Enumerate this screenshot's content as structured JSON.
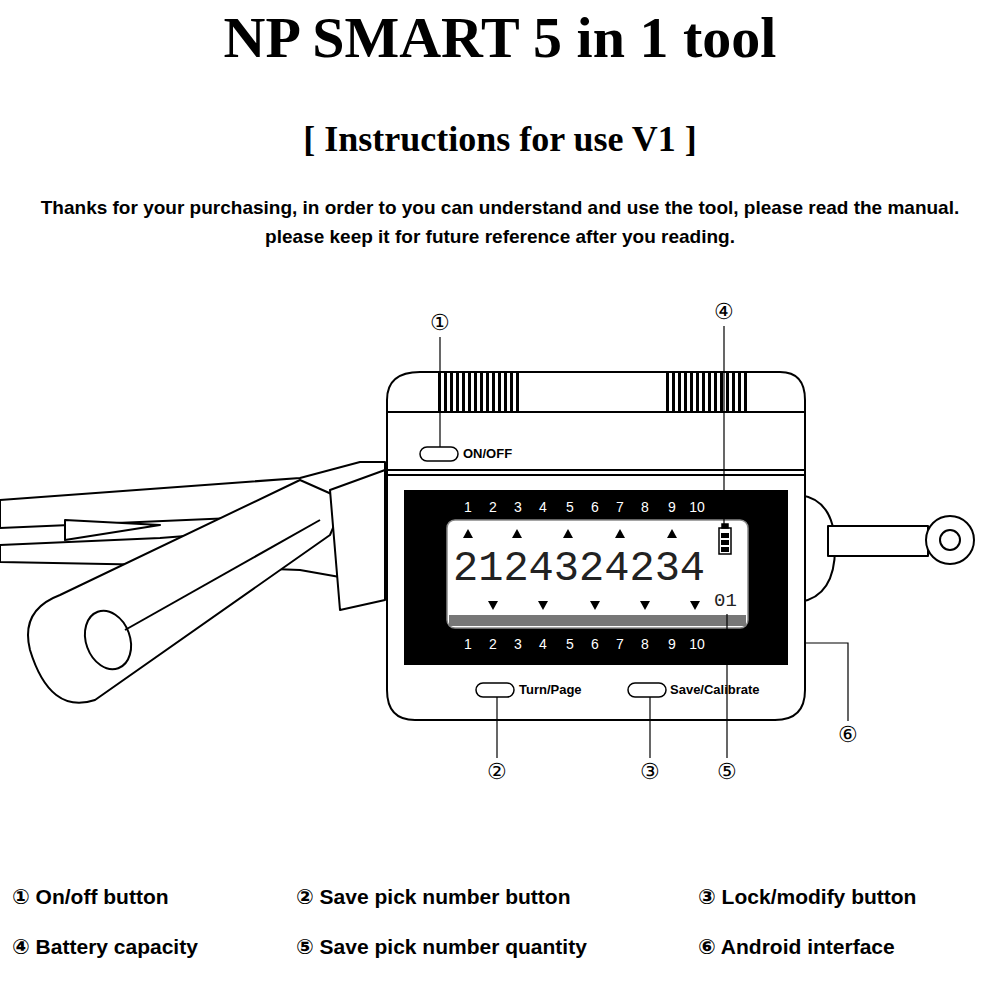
{
  "diagram": {
    "title": "NP SMART 5 in 1 tool",
    "labels": [
      "[ Instructions for use V1 ]",
      "Thanks for your purchasing, in order to you can understand and use the tool, please read the manual. please keep it for future reference after you reading.",
      "①",
      "②",
      "③",
      "④",
      "⑤",
      "⑥",
      "ON/OFF",
      "1",
      "2",
      "3",
      "4",
      "5",
      "6",
      "7",
      "8",
      "9",
      "10",
      "2124324234",
      "01",
      "1",
      "2",
      "3",
      "4",
      "5",
      "6",
      "7",
      "8",
      "9",
      "10",
      "Turn/Page",
      "Save/Calibrate",
      "① On/off button",
      "② Save pick number button",
      "③ Lock/modify button",
      "④ Battery capacity",
      "⑤ Save pick number quantity",
      "⑥ Android interface"
    ]
  }
}
